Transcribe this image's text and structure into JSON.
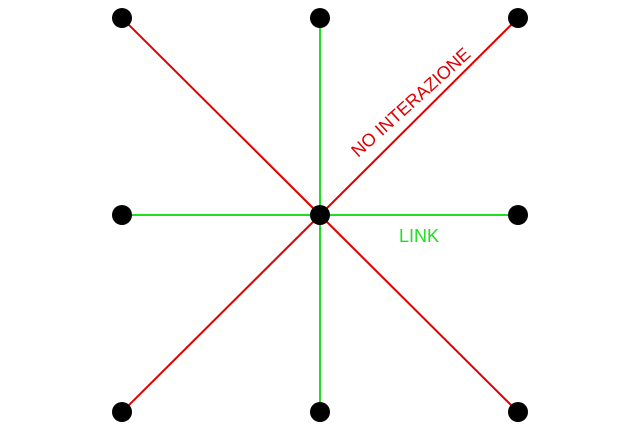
{
  "diagram": {
    "nodes": [
      {
        "id": "top-left",
        "col": 0,
        "row": 0
      },
      {
        "id": "top-center",
        "col": 1,
        "row": 0
      },
      {
        "id": "top-right",
        "col": 2,
        "row": 0
      },
      {
        "id": "middle-left",
        "col": 0,
        "row": 1
      },
      {
        "id": "center",
        "col": 1,
        "row": 1
      },
      {
        "id": "middle-right",
        "col": 2,
        "row": 1
      },
      {
        "id": "bottom-left",
        "col": 0,
        "row": 2
      },
      {
        "id": "bottom-center",
        "col": 1,
        "row": 2
      },
      {
        "id": "bottom-right",
        "col": 2,
        "row": 2
      }
    ],
    "edges": [
      {
        "from": "center",
        "to": "top-left",
        "kind": "no_interaction"
      },
      {
        "from": "center",
        "to": "top-right",
        "kind": "no_interaction"
      },
      {
        "from": "center",
        "to": "bottom-left",
        "kind": "no_interaction"
      },
      {
        "from": "center",
        "to": "bottom-right",
        "kind": "no_interaction"
      },
      {
        "from": "center",
        "to": "top-center",
        "kind": "link"
      },
      {
        "from": "center",
        "to": "bottom-center",
        "kind": "link"
      },
      {
        "from": "center",
        "to": "middle-left",
        "kind": "link"
      },
      {
        "from": "center",
        "to": "middle-right",
        "kind": "link"
      }
    ],
    "labels": {
      "no_interaction": "NO INTERAZIONE",
      "link": "LINK"
    },
    "colors": {
      "no_interaction": "#e00000",
      "link": "#22dd22",
      "node": "#000000",
      "background": "#ffffff"
    }
  }
}
